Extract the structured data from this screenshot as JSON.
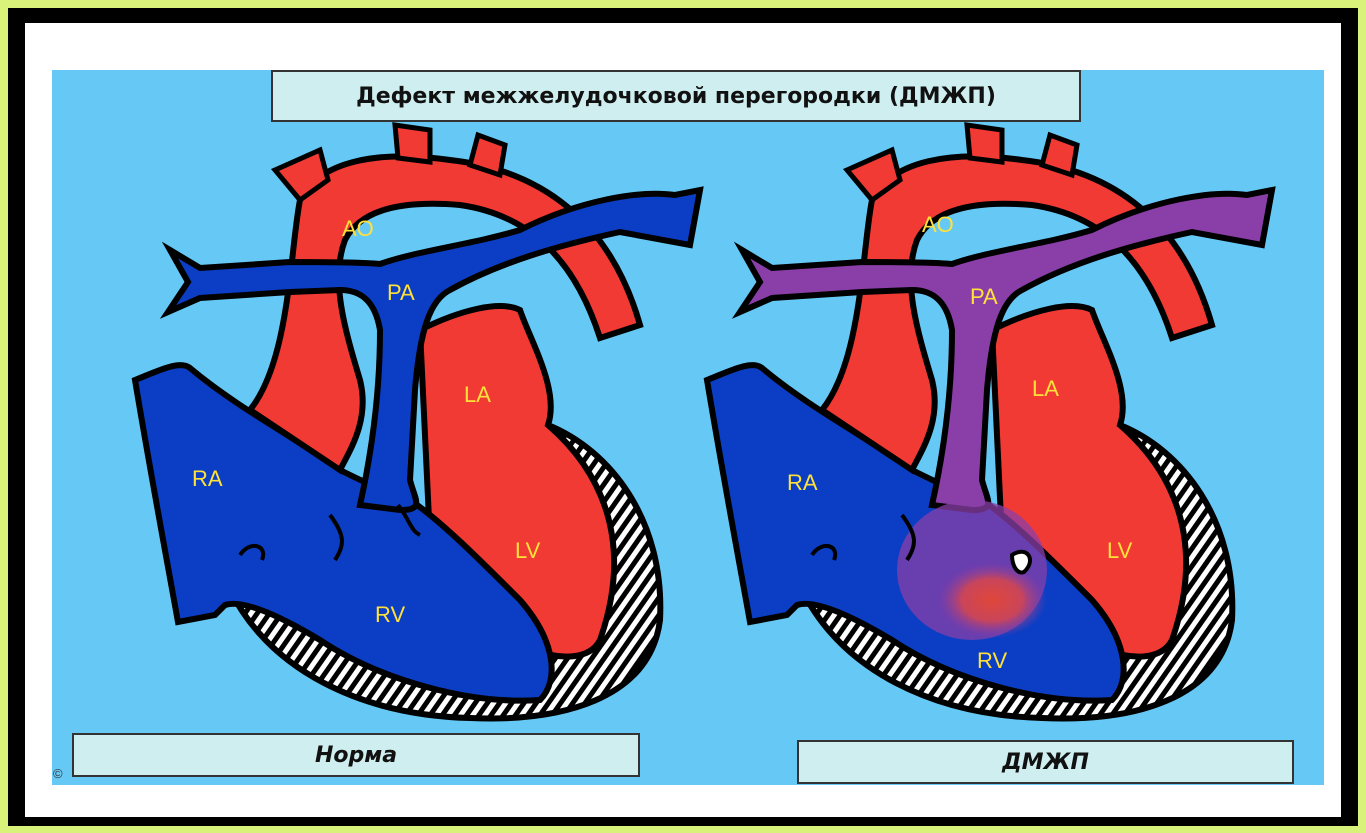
{
  "title": "Дефект межжелудочковой перегородки (ДМЖП)",
  "panels": [
    {
      "caption": "Норма",
      "labels": {
        "ao": "AO",
        "pa": "PA",
        "la": "LA",
        "ra": "RA",
        "lv": "LV",
        "rv": "RV"
      }
    },
    {
      "caption": "ДМЖП",
      "labels": {
        "ao": "AO",
        "pa": "PA",
        "la": "LA",
        "ra": "RA",
        "lv": "LV",
        "rv": "RV"
      }
    }
  ],
  "copyright_mark": "©",
  "colors": {
    "background": "#66c9f5",
    "arterial": "#f23a35",
    "venous": "#0b3ec4",
    "mixed": "#8a3fa8",
    "label_text": "#ffe13a",
    "frame": "#d8f27a"
  }
}
